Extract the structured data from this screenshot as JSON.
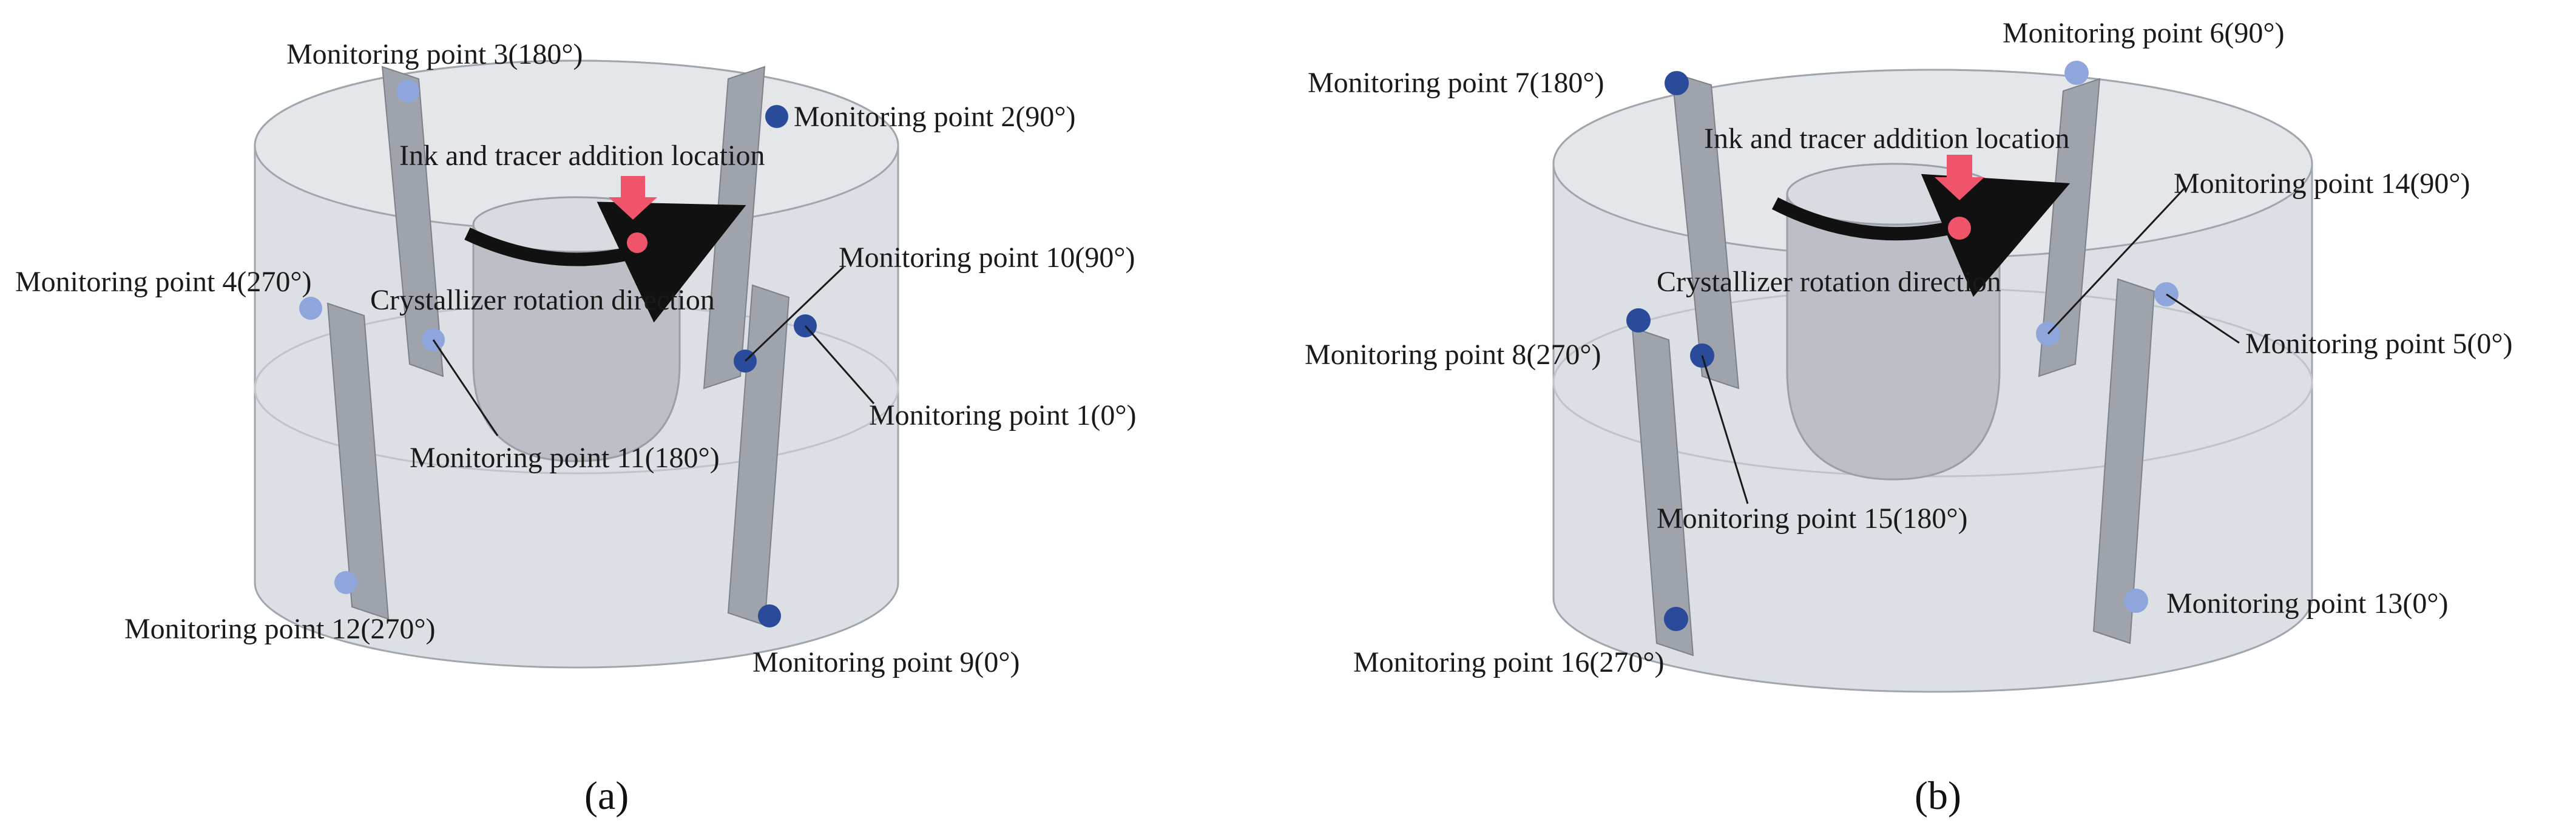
{
  "colors": {
    "vessel_fill": "#d6d9df",
    "vessel_stroke": "#9aa0a8",
    "baffle": "#9ea3ac",
    "point_dark": "#2a4a9a",
    "point_light": "#8fa6dd",
    "arrow": "#111111",
    "tracer": "#f0546a"
  },
  "panel_a": {
    "caption": "(a)",
    "addition_label": "Ink and tracer addition location",
    "rotation_label": "Crystallizer rotation direction",
    "points": {
      "p1": "Monitoring point  1(0°)",
      "p2": "Monitoring point  2(90°)",
      "p3": "Monitoring point  3(180°)",
      "p4": "Monitoring point  4(270°)",
      "p9": "Monitoring point  9(0°)",
      "p10": "Monitoring point  10(90°)",
      "p11": "Monitoring point  11(180°)",
      "p12": "Monitoring point  12(270°)"
    }
  },
  "panel_b": {
    "caption": "(b)",
    "addition_label": "Ink and tracer addition location",
    "rotation_label": "Crystallizer rotation direction",
    "points": {
      "p5": "Monitoring point  5(0°)",
      "p6": "Monitoring point  6(90°)",
      "p7": "Monitoring point  7(180°)",
      "p8": "Monitoring point  8(270°)",
      "p13": "Monitoring point  13(0°)",
      "p14": "Monitoring point  14(90°)",
      "p15": "Monitoring point  15(180°)",
      "p16": "Monitoring point  16(270°)"
    }
  }
}
